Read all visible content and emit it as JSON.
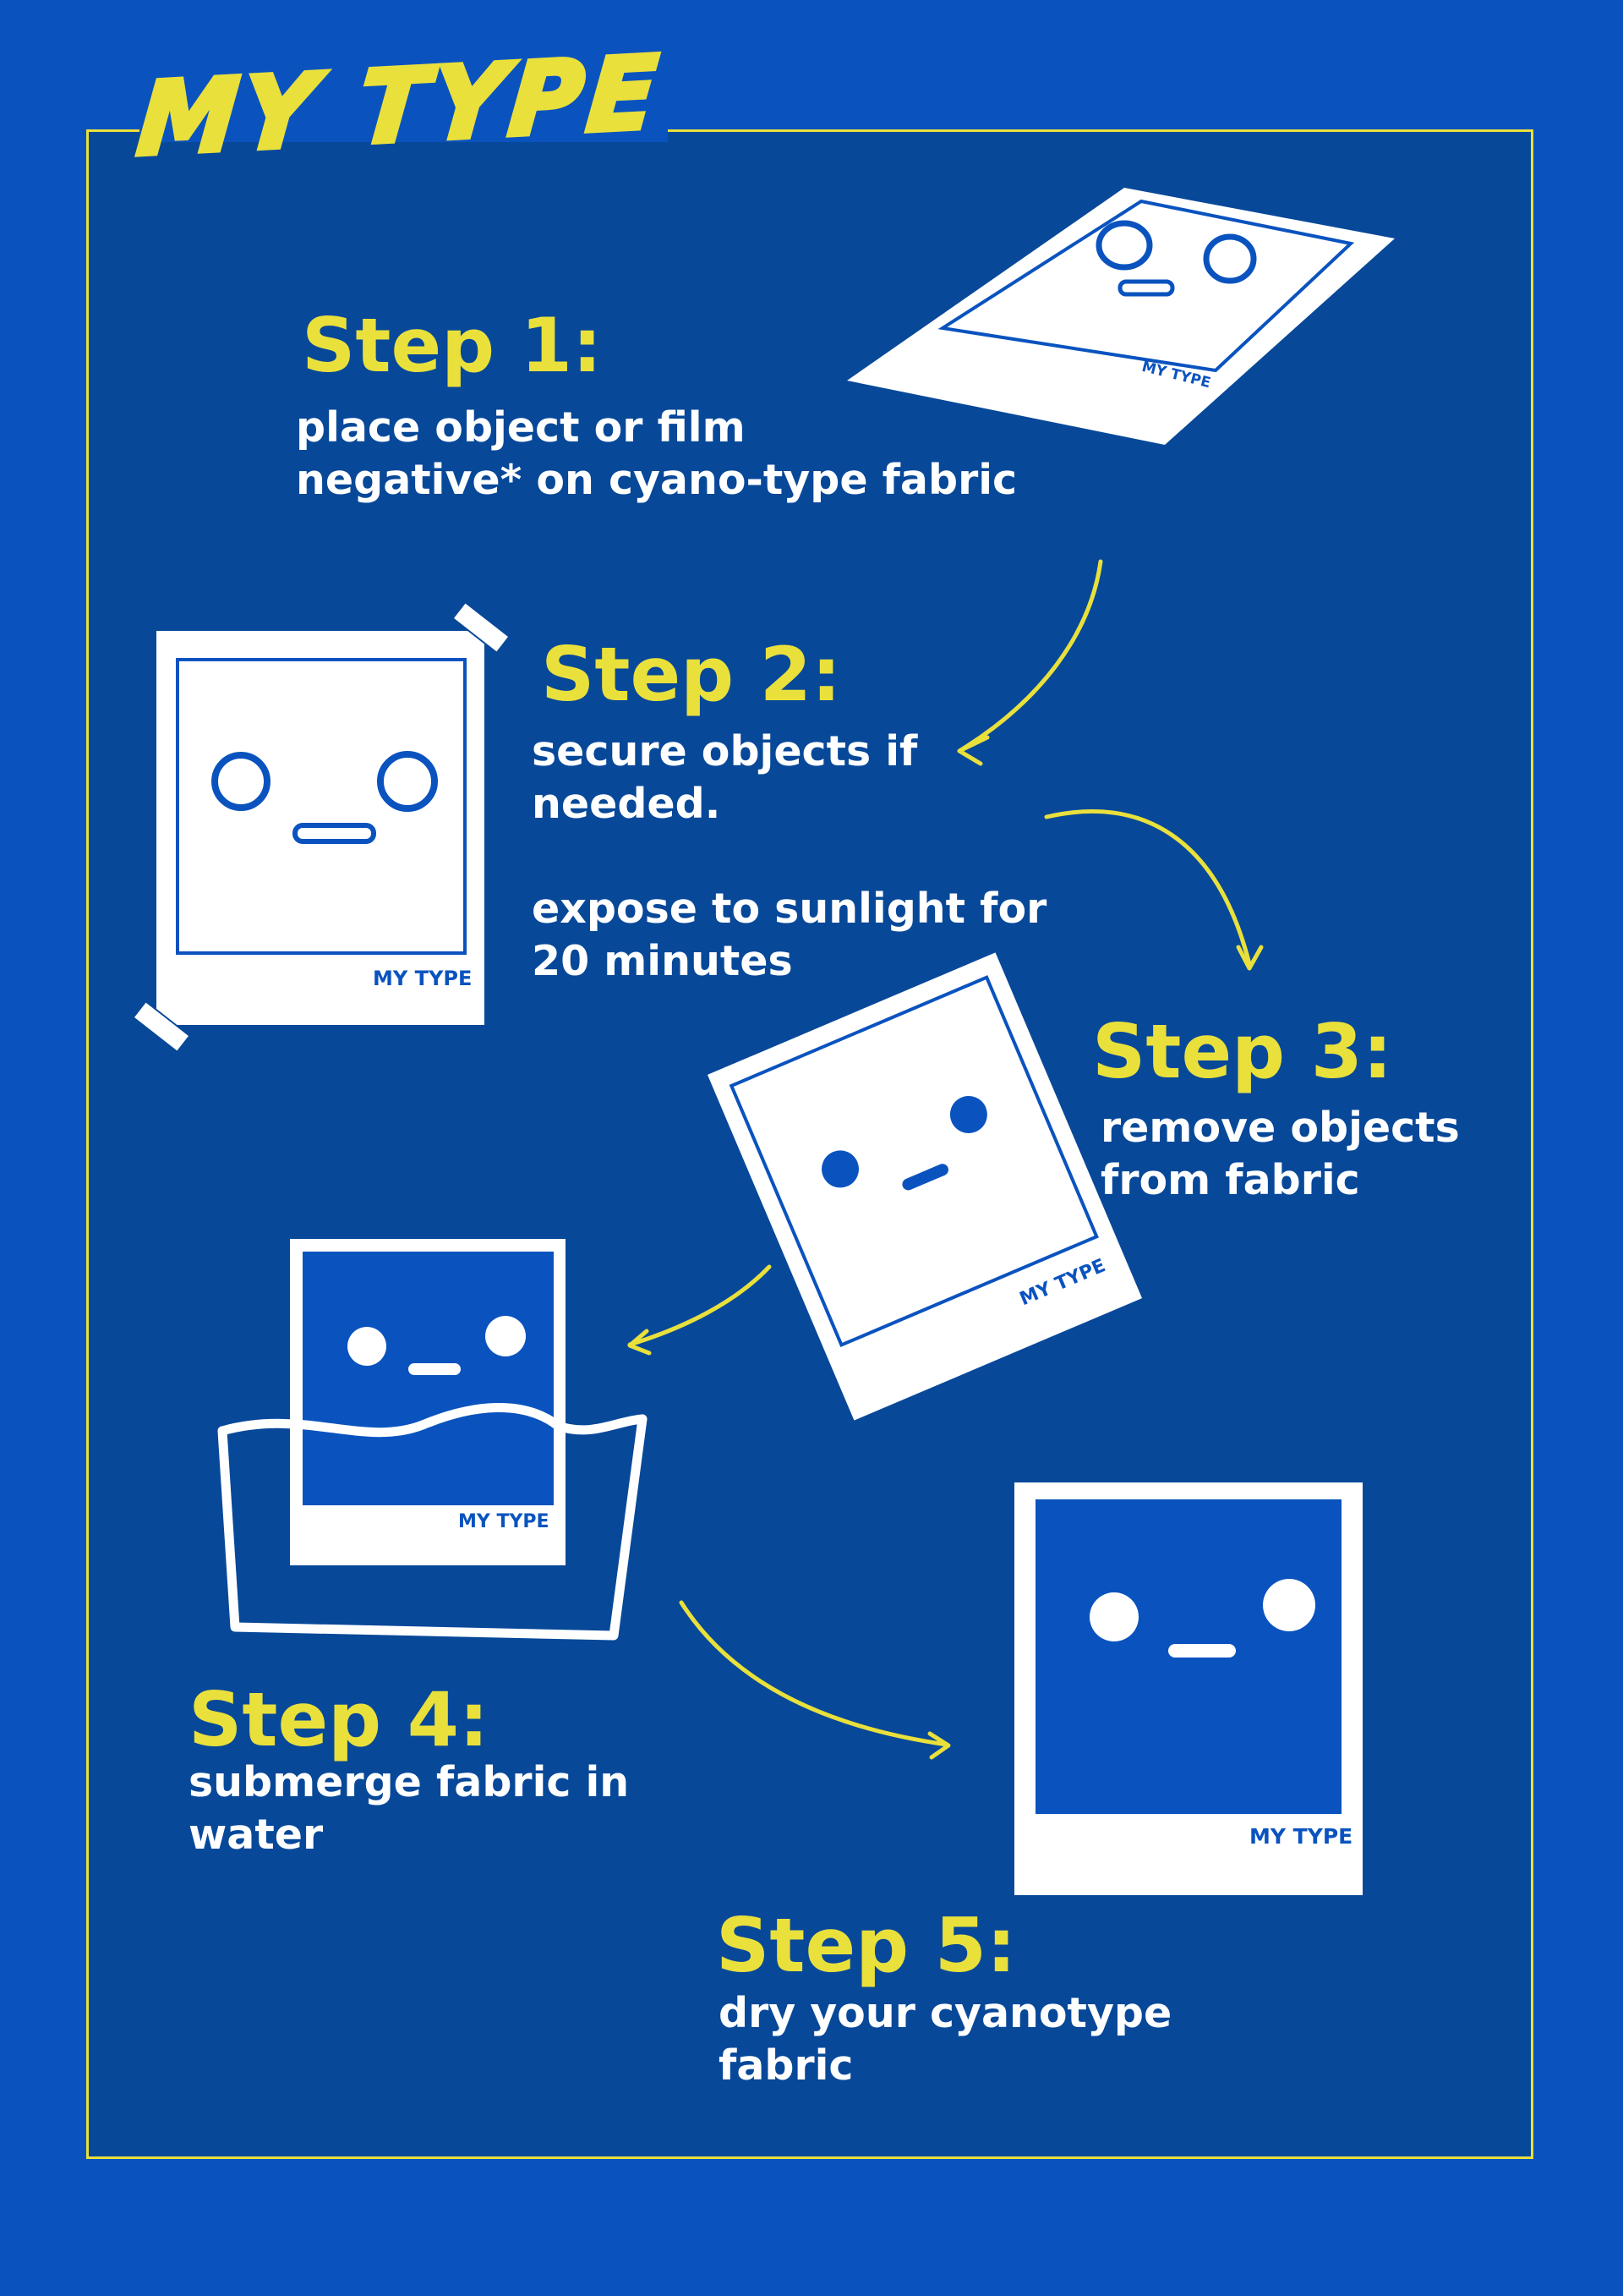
{
  "brand": "MY TYPE",
  "card_label": "MY TYPE",
  "colors": {
    "background": "#0a53bf",
    "panel": "#074899",
    "accent": "#e9e03c",
    "white": "#ffffff"
  },
  "steps": [
    {
      "title": "Step 1:",
      "lines": [
        "place object or film",
        "negative* on cyano-type fabric"
      ]
    },
    {
      "title": "Step 2:",
      "lines": [
        "secure objects if",
        "needed.",
        "",
        "expose to sunlight for",
        "20 minutes"
      ]
    },
    {
      "title": "Step 3:",
      "lines": [
        "remove objects",
        "from fabric"
      ]
    },
    {
      "title": "Step 4:",
      "lines": [
        "submerge fabric in",
        "water"
      ]
    },
    {
      "title": "Step 5:",
      "lines": [
        "dry your cyanotype",
        "fabric"
      ]
    }
  ]
}
